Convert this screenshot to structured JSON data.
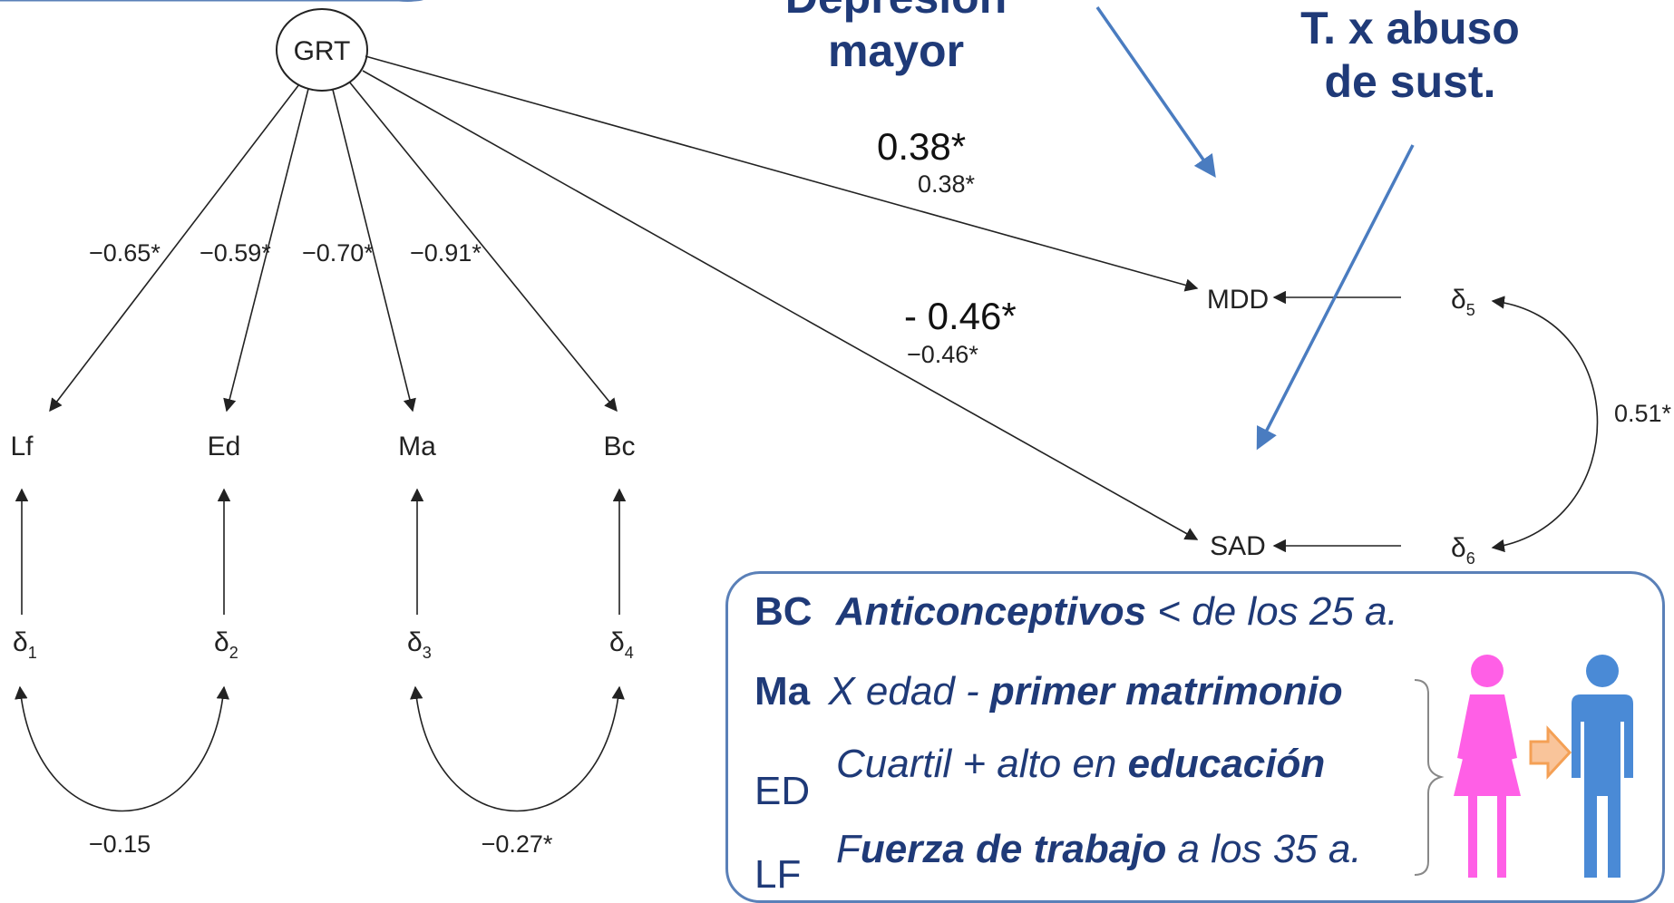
{
  "nodes": {
    "grt": "GRT",
    "lf": "Lf",
    "ed": "Ed",
    "ma": "Ma",
    "bc": "Bc",
    "mdd": "MDD",
    "sad": "SAD",
    "d1": "δ1",
    "d2": "δ2",
    "d3": "δ3",
    "d4": "δ4",
    "d5": "δ5",
    "d6": "δ6"
  },
  "paths": {
    "grt_lf": "−0.65*",
    "grt_ed": "−0.59*",
    "grt_ma": "−0.70*",
    "grt_bc": "−0.91*",
    "grt_mdd": "0.38*",
    "grt_sad": "−0.46*",
    "d5_d6": "0.51*",
    "d1_d2": "−0.15",
    "d3_d4": "−0.27*"
  },
  "overlay": {
    "mdd_big": "0.38*",
    "sad_big": "- 0.46*",
    "callout_mdd_line1": "Depresión",
    "callout_mdd_line2": "mayor",
    "callout_sad_line1": "T. x abuso",
    "callout_sad_line2": "de sust."
  },
  "legend": [
    {
      "code": "BC",
      "parts": [
        {
          "t": "Anticonceptivos",
          "s": "em"
        },
        {
          "t": " < de los 25 a.",
          "s": "it"
        }
      ]
    },
    {
      "code": "Ma",
      "parts": [
        {
          "t": "X edad - ",
          "s": "it"
        },
        {
          "t": "primer matrimonio",
          "s": "em"
        }
      ]
    },
    {
      "code": "ED",
      "parts": [
        {
          "t": "Cuartil + alto en ",
          "s": "it"
        },
        {
          "t": "educación",
          "s": "em"
        }
      ]
    },
    {
      "code": "LF",
      "parts": [
        {
          "t": "F",
          "s": "it"
        },
        {
          "t": "uerza de trabajo",
          "s": "em"
        },
        {
          "t": " a los 35 a.",
          "s": "it"
        }
      ]
    }
  ],
  "colors": {
    "callout_text": "#1f3a78",
    "callout_arrow": "#4a7cc0",
    "legend_border": "#5a80b8",
    "female_icon": "#ff5fe6",
    "male_icon": "#4a8ad6",
    "transition_arrow": "#f4a055"
  },
  "icons": {
    "female": "female-figure-icon",
    "male": "male-figure-icon",
    "arrow": "right-arrow-icon"
  }
}
